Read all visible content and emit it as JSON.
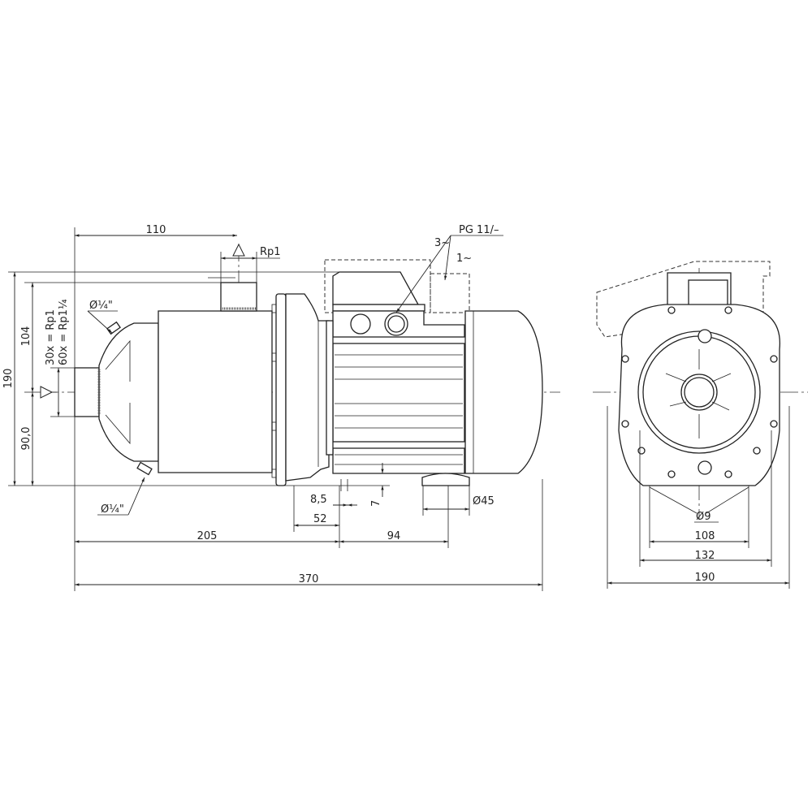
{
  "dimensions": {
    "outlet_offset": "110",
    "outlet_thread": "Rp1",
    "total_height": "190",
    "outlet_height": "104",
    "axis_height": "90,0",
    "inlet_thread_30x": "30x = Rp1",
    "inlet_thread_60x": "60x = Rp1¼",
    "plug_top": "Ø¼\"",
    "plug_bottom": "Ø¼\"",
    "cable_gland": "PG 11/–",
    "three_phase": "3~",
    "single_phase": "1~",
    "foot_offset": "8,5",
    "foot_width": "52",
    "foot_height": "7",
    "foot_diameter": "Ø45",
    "inlet_to_foot": "205",
    "foot_spacing": "94",
    "total_length": "370",
    "hole_diameter": "Ø9",
    "base_108": "108",
    "base_132": "132",
    "base_190": "190"
  }
}
